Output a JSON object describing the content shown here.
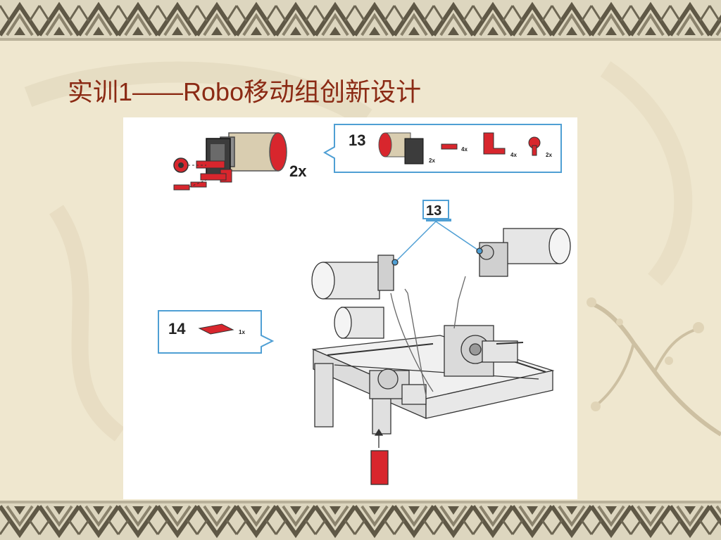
{
  "slide": {
    "title_prefix": "实训",
    "title_latin": "1——Robo",
    "title_suffix": "移动组创新设计"
  },
  "instructions": {
    "multiplier_main": "2x",
    "step13": {
      "number": "13",
      "qty_motor": "2x",
      "qty_plate": "4x",
      "qty_bracket": "4x",
      "qty_gear": "2x"
    },
    "step13_marker": "13",
    "step14": {
      "number": "14",
      "qty_plate": "1x"
    }
  },
  "colors": {
    "title": "#8b2a14",
    "callout_border": "#4f9fd4",
    "part_red": "#d8262d",
    "border_dark": "#5f5846",
    "border_light": "#e2dcc6"
  }
}
